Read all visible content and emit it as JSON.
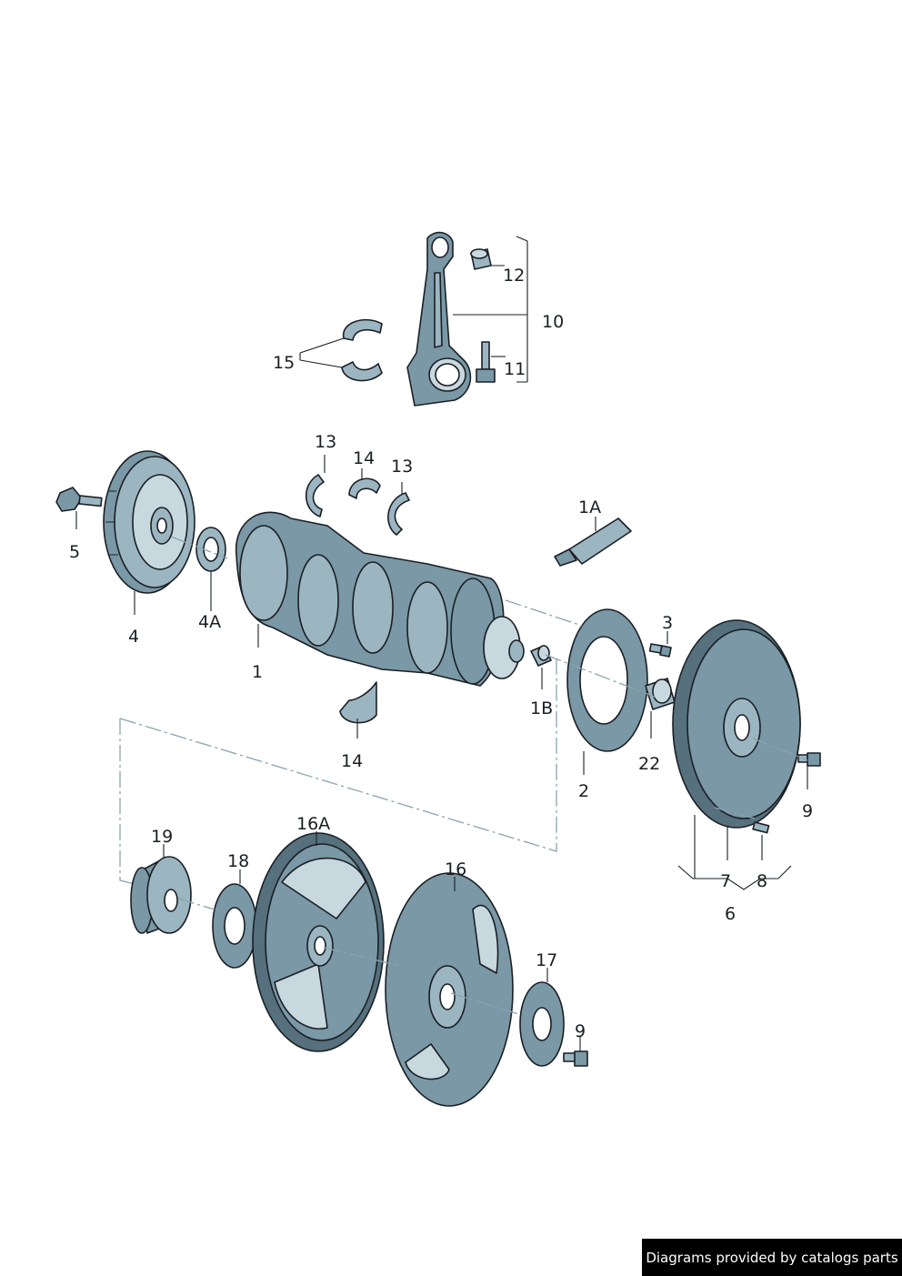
{
  "callouts": {
    "c12": "12",
    "c10": "10",
    "c11": "11",
    "c15": "15",
    "c13a": "13",
    "c14a": "14",
    "c13b": "13",
    "c1A": "1A",
    "c5": "5",
    "c4": "4",
    "c4A": "4A",
    "c1": "1",
    "c3": "3",
    "c1B": "1B",
    "c2": "2",
    "c22": "22",
    "c9a": "9",
    "c14b": "14",
    "c7": "7",
    "c8": "8",
    "c6": "6",
    "c19": "19",
    "c18": "18",
    "c16A": "16A",
    "c16": "16",
    "c17": "17",
    "c9b": "9"
  },
  "footer": {
    "credit": "Diagrams provided by catalogs parts"
  }
}
